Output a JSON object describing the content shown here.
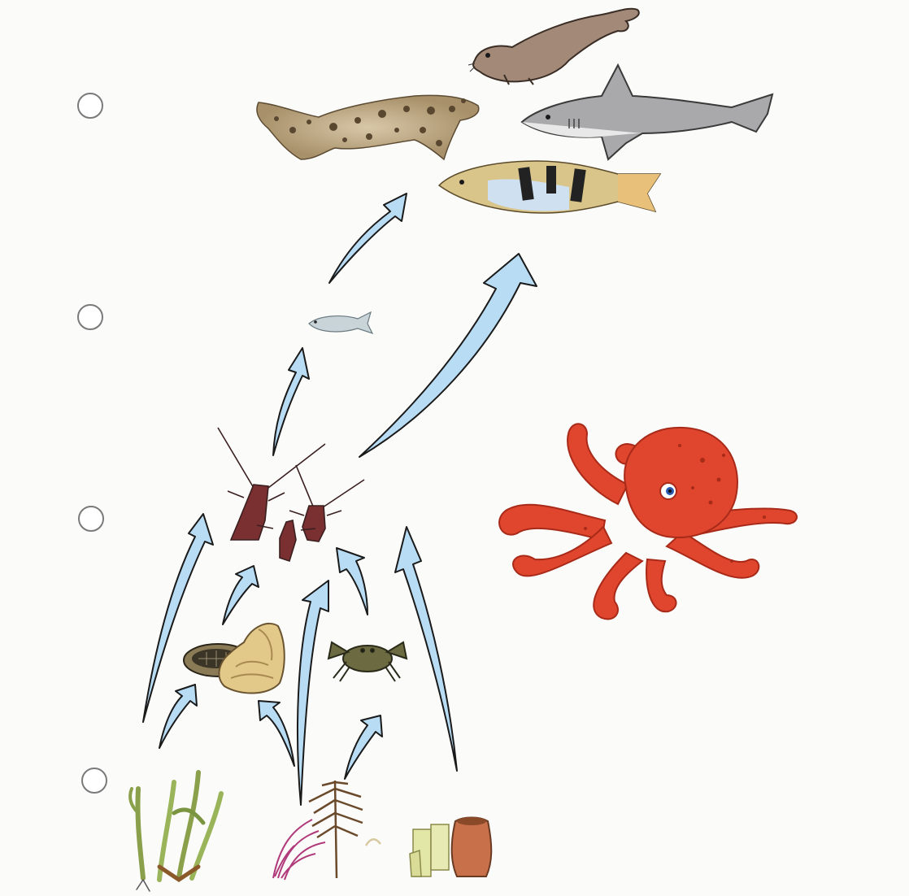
{
  "colors": {
    "background": "#fbfbfa",
    "arrow_fill": "#b9dcf5",
    "arrow_stroke": "#1a1a1a",
    "octopus": "#e0452e",
    "radio_border": "#7a7a7a"
  },
  "options": [
    {
      "icon": "radio-button-empty",
      "selected": false
    },
    {
      "icon": "radio-button-empty",
      "selected": false
    },
    {
      "icon": "radio-button-empty",
      "selected": false
    },
    {
      "icon": "radio-button-empty",
      "selected": false
    }
  ],
  "organisms": {
    "top": [
      "seal-icon",
      "wobbegong-shark-icon",
      "grey-shark-icon",
      "banded-fish-icon"
    ],
    "middle": [
      "small-fish-icon",
      "lobster-icon"
    ],
    "lower": [
      "chiton-icon",
      "sea-snail-icon",
      "crab-icon"
    ],
    "producers": [
      "green-seaweed-icon",
      "red-coral-weed-icon",
      "brown-kelp-icon",
      "sponge-icon"
    ],
    "featured": "octopus-icon"
  }
}
